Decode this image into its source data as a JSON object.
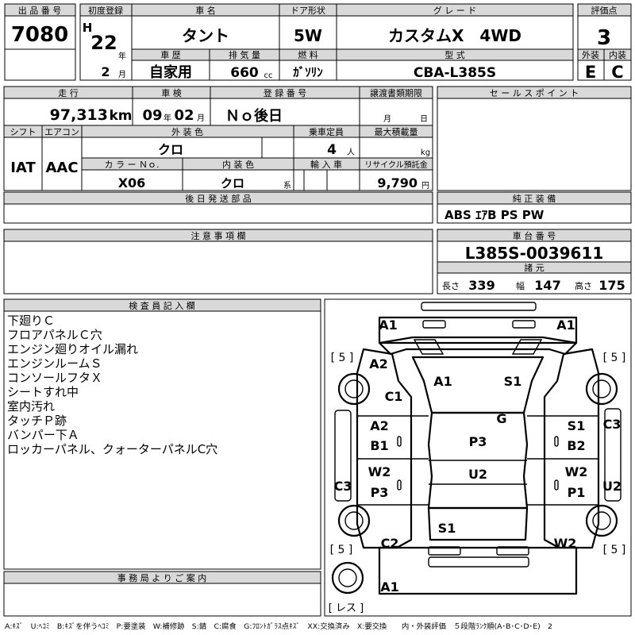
{
  "labels": {
    "lot_no": "出 品 番 号",
    "first_reg": "初度登録",
    "car_name": "車 名",
    "doors": "ドア形状",
    "grade": "グ レ ー ド",
    "score": "評価点",
    "history": "車 歴",
    "displacement": "排 気 量",
    "fuel": "燃 料",
    "model_code": "型 式",
    "exterior": "外装",
    "interior": "内装",
    "mileage": "走 行",
    "inspection": "車 検",
    "reg_no": "登 録 番 号",
    "transfer_deadline": "譲渡書類期限",
    "sales_point": "セ ー ル ス ポ イ ン ト",
    "shift": "シフト",
    "aircon": "エアコン",
    "ext_color": "外 装 色",
    "capacity": "乗車定員",
    "max_load": "最大積載量",
    "color_no": "カ ラ ー Ｎｏ.",
    "int_color": "内 装 色",
    "import": "輸 入 車",
    "recycle": "リサイクル預託金",
    "later_parts": "後 日 発 送 部 品",
    "genuine_equipment": "純 正 装 備",
    "notes": "注 意 事 項 欄",
    "chassis_no": "車 台 番 号",
    "specs": "諸 元",
    "length": "長さ",
    "width": "幅",
    "height": "高さ",
    "inspector_notes": "検 査 員 記 入 欄",
    "office_notice": "事 務 局 よ り ご 案 内"
  },
  "vehicle": {
    "lot_no": "7080",
    "era": "H",
    "reg_year": "22",
    "year_unit": "年",
    "reg_month": "2",
    "month_unit": "月",
    "name": "タント",
    "doors": "5W",
    "grade": "カスタムX　4WD",
    "score": "3",
    "history": "自家用",
    "displacement": "660",
    "displacement_unit": "cc",
    "fuel": "ｶﾞｿﾘﾝ",
    "model_code": "CBA-L385S",
    "exterior_grade": "E",
    "interior_grade": "C",
    "mileage": "97,313",
    "mileage_unit": "km",
    "inspection_year": "09",
    "inspection_month": "02",
    "reg_no": "Ｎｏ後日",
    "deadline_month": "月",
    "deadline_day": "日",
    "shift": "IAT",
    "aircon": "AAC",
    "ext_color": "クロ",
    "capacity": "4",
    "capacity_unit": "人",
    "max_load_unit": "kg",
    "color_no": "X06",
    "int_color": "クロ",
    "int_color_unit": "系",
    "recycle_fee": "9,790",
    "recycle_unit": "円",
    "genuine_equipment": "ABS ｴｱB PS PW",
    "chassis_no": "L385S-0039611",
    "length": "339",
    "width": "147",
    "height": "175"
  },
  "inspector_notes": [
    "下廻りＣ",
    "フロアパネルＣ穴",
    "エンジン廻りオイル漏れ",
    "エンジンルームＳ",
    "コンソールフタＸ",
    "シートすれ中",
    "室内汚れ",
    "タッチＰ跡",
    "バンパー下Ａ",
    "ロッカーパネル、クォーターパネルC穴"
  ],
  "diagram": {
    "tire_front_left": "[ 5 ]",
    "tire_front_right": "[ 5 ]",
    "tire_rear_left": "[ 5 ]",
    "tire_rear_right": "[ 5 ]",
    "spare": "[ レス ]",
    "marks": {
      "front_bumper_left": "A1",
      "front_bumper_right": "A1",
      "front_fender_left": "A2",
      "front_fender_left_c": "C1",
      "hood_left": "A1",
      "hood_right": "S1",
      "windshield": "G",
      "front_door_left_a": "A2",
      "front_door_left_b": "B1",
      "front_door_right_s": "S1",
      "front_door_right_b": "B2",
      "right_rocker": "C3",
      "left_rocker": "C3",
      "roof": "P3",
      "rear_door_left_w": "W2",
      "rear_door_left_p": "P3",
      "rear_roof": "U2",
      "rear_door_right_w": "W2",
      "rear_door_right_p": "P1",
      "right_quarter": "U2",
      "back_door": "S1",
      "rear_quarter_left": "C2",
      "rear_quarter_right": "W2",
      "rear_bumper": "A1"
    }
  },
  "legend": "A:ｷｽﾞ　U:ﾍｺﾐ　B:ｷｽﾞを伴うﾍｺﾐ　P:要塗装　W:補修跡　S:錆　C:腐食　G:ﾌﾛﾝﾄｶﾞﾗｽ点ｷｽﾞ　XX:交換済み　X:要交換　　内・外装評価　５段階ﾗﾝｸ順(A･B･C･D･E)　2"
}
